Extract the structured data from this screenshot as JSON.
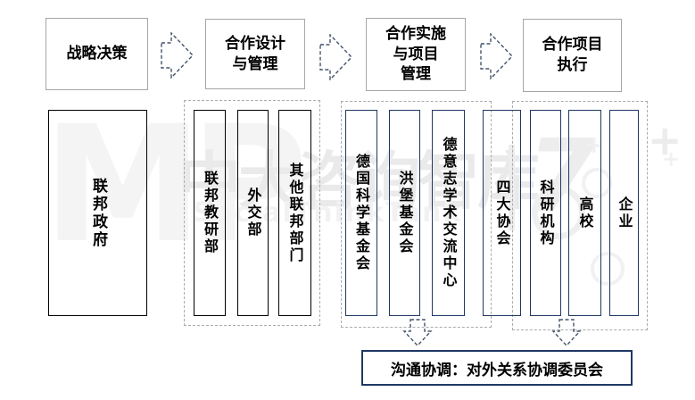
{
  "stages": [
    "战略决策",
    "合作设计\n与管理",
    "合作实施\n与项目\n管理",
    "合作项目\n执行"
  ],
  "columns": {
    "government": {
      "label": "联邦政府"
    },
    "design": [
      "联邦教研部",
      "外交部",
      "其他联邦部门"
    ],
    "implementation": [
      "德国科学基金会",
      "洪堡基金会",
      "德意志学术交流中心",
      "四大协会"
    ],
    "execution": [
      "科研机构",
      "高校",
      "企业"
    ]
  },
  "coordination": {
    "label": "沟通协调：对外关系协调委员会"
  },
  "watermark": {
    "letters": "MP",
    "cn": "中大咨询智库",
    "en": "SocialThinkTank",
    "logo_digit": "7",
    "plus": "+"
  },
  "colors": {
    "navy": "#1f3864",
    "arrow_slate": "#44546a",
    "stage_border_gray": "#a6a6a6",
    "dash_gray": "#ababab"
  }
}
